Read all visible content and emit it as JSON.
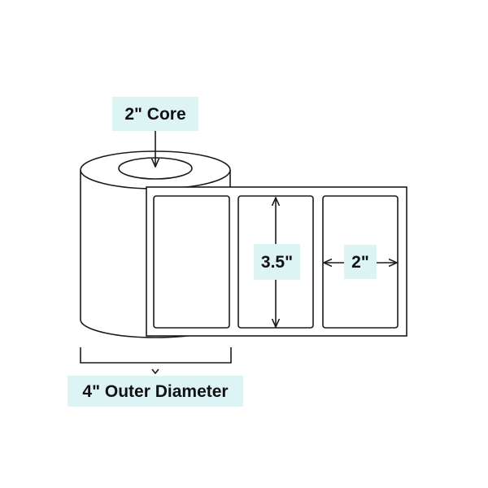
{
  "labels": {
    "core": "2\" Core",
    "label_height": "3.5\"",
    "label_width": "2\"",
    "outer_diameter": "4\" Outer Diameter"
  },
  "colors": {
    "label_background": "#ddf4f4",
    "line": "#1a1a1a",
    "background": "#ffffff"
  }
}
